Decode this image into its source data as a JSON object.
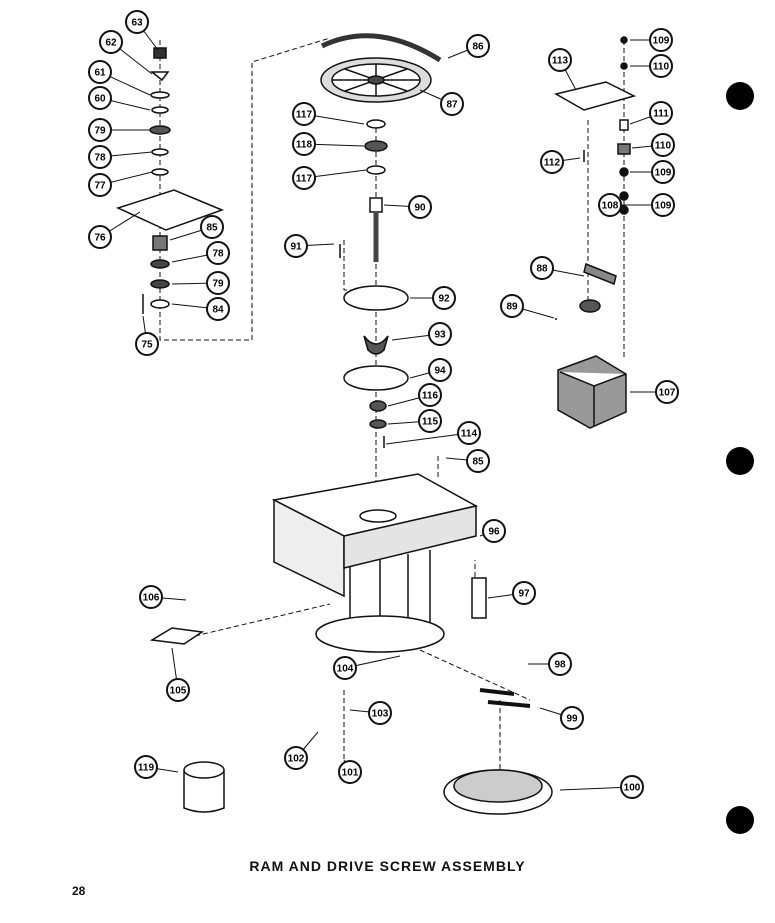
{
  "title": "RAM AND DRIVE SCREW ASSEMBLY",
  "page_number": "28",
  "callouts": [
    "63",
    "62",
    "61",
    "60",
    "79",
    "78",
    "77",
    "76",
    "85",
    "78",
    "79",
    "84",
    "75",
    "86",
    "87",
    "117",
    "118",
    "117",
    "90",
    "91",
    "92",
    "93",
    "94",
    "116",
    "115",
    "114",
    "85",
    "96",
    "97",
    "106",
    "105",
    "104",
    "103",
    "102",
    "101",
    "98",
    "99",
    "100",
    "119",
    "108",
    "113",
    "109",
    "110",
    "111",
    "112",
    "110",
    "109",
    "109",
    "88",
    "89",
    "107"
  ]
}
